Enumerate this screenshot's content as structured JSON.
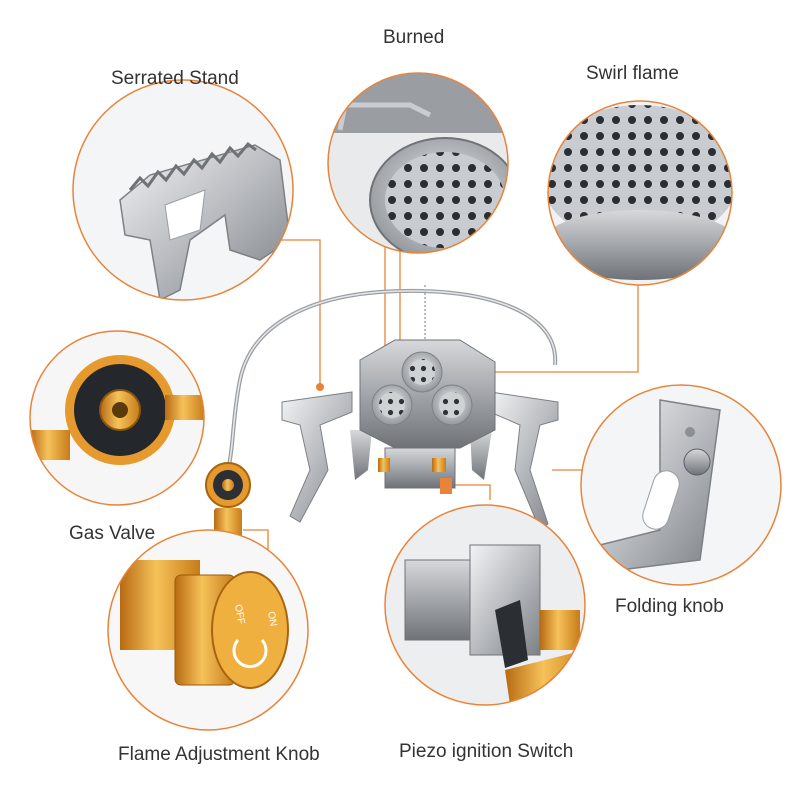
{
  "labels": {
    "burned": "Burned",
    "serrated_stand": "Serrated Stand",
    "swirl_flame": "Swirl flame",
    "gas_valve": "Gas Valve",
    "folding_knob": "Folding knob",
    "flame_adjustment_knob": "Flame Adjustment Knob",
    "piezo_ignition_switch": "Piezo ignition Switch"
  },
  "knob_markings": {
    "off": "OFF",
    "on": "ON"
  },
  "colors": {
    "accent_orange": "#e8843a",
    "text": "#333333",
    "steel": "#b9bcc0",
    "brass": "#e8a53a"
  }
}
